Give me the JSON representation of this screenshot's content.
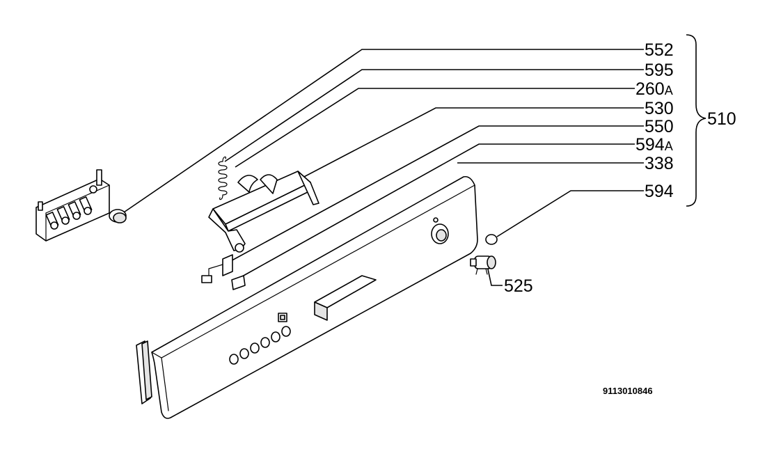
{
  "callouts": [
    {
      "number": "552",
      "suffix": ""
    },
    {
      "number": "595",
      "suffix": ""
    },
    {
      "number": "260",
      "suffix": "A"
    },
    {
      "number": "530",
      "suffix": ""
    },
    {
      "number": "550",
      "suffix": ""
    },
    {
      "number": "594",
      "suffix": "A"
    },
    {
      "number": "338",
      "suffix": ""
    },
    {
      "number": "594",
      "suffix": ""
    }
  ],
  "group_label": "510",
  "separate_callout": "525",
  "drawing_number": "9113010846"
}
